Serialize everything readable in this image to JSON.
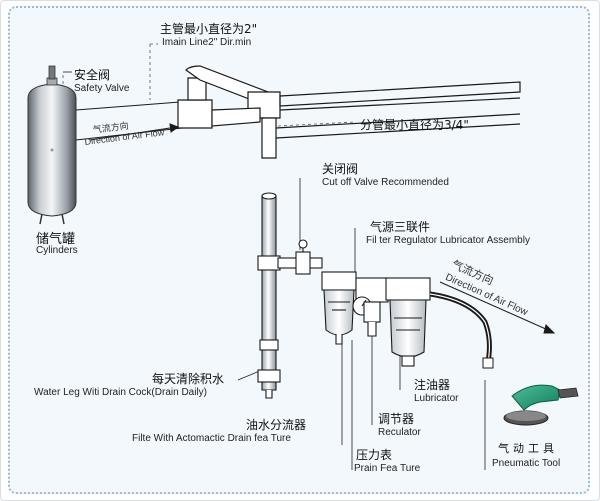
{
  "labels": {
    "main_line_cn": "主管最小直径为2\"",
    "main_line_en": "Imain Line2\"   Dir.min",
    "safety_valve_cn": "安全阀",
    "safety_valve_en": "Safety Valve",
    "flow1_cn": "气流方向",
    "flow1_en": "Direction of Air Flow",
    "branch_cn": "分管最小直径为3/4\"",
    "cylinders_cn": "储气罐",
    "cylinders_en": "Cylinders",
    "cutoff_cn": "关闭阀",
    "cutoff_en": "Cut off Valve Recommended",
    "frl_cn": "气源三联件",
    "frl_en": "Fil ter Regulator Lubricator Assembly",
    "flow2_cn": "气流方向",
    "flow2_en": "Direction of Air Flow",
    "water_leg_cn": "每天清除积水",
    "water_leg_en": "Water Leg Witi Drain Cock(Drain Daily)",
    "filter_cn": "油水分流器",
    "filter_en": "Filte With Actomactic Drain fea Ture",
    "regulator_cn": "调节器",
    "regulator_en": "Reculator",
    "lubricator_cn": "注油器",
    "lubricator_en": "Lubricator",
    "gauge_cn": "压力表",
    "gauge_en": "Prain Fea Ture",
    "tool_cn": "气动工具",
    "tool_en": "Pneumatic Tool"
  },
  "colors": {
    "line": "#1a1a1a",
    "background": "#f2f8fc",
    "border": "#9fb7d6"
  }
}
